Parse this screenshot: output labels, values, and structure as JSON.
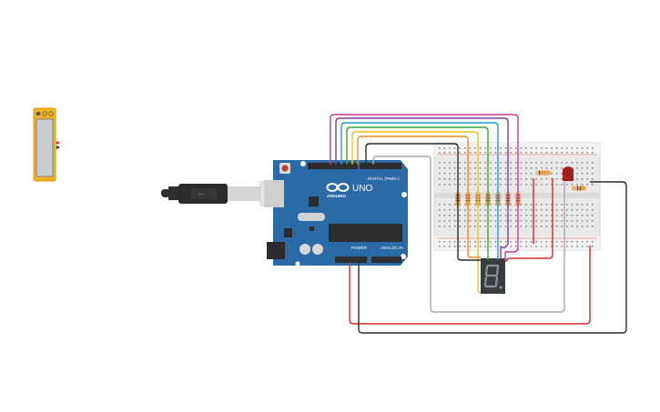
{
  "canvas": {
    "title": "Arduino circuit workspace"
  },
  "components": {
    "multimeter": {
      "name": "multimeter",
      "probe_colors": [
        "#c0262d",
        "#222222"
      ]
    },
    "usb_cable": {
      "name": "usb-cable"
    },
    "arduino": {
      "brand_label": "ARDUINO",
      "model_label": "UNO",
      "digital_label": "DIGITAL (PWM~)",
      "power_label": "POWER",
      "analog_label": "ANALOG IN",
      "board_color": "#2a6aa6"
    },
    "breadboard": {
      "name": "breadboard"
    },
    "seven_segment": {
      "digit": "8.",
      "body_color": "#3a3d40",
      "segment_color": "#8f9396"
    },
    "led": {
      "color": "#a3201f"
    },
    "resistors_count": 9
  },
  "wire_colors": {
    "magenta": "#c8389a",
    "purple": "#7b3ea0",
    "blue": "#1f9bd6",
    "green": "#3ca63c",
    "yellow": "#f0c419",
    "orange": "#ef8a1d",
    "black": "#2a2a2a",
    "gray": "#a9a9a9",
    "red": "#d8272b"
  }
}
